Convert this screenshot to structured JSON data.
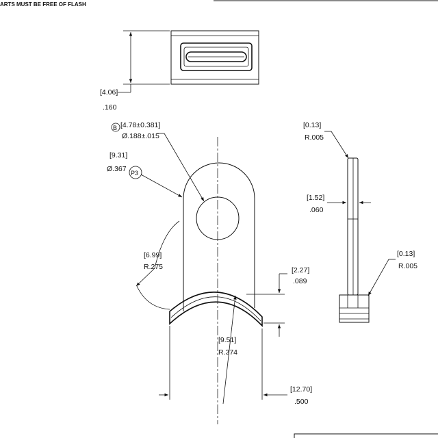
{
  "header_note": "ARTS MUST BE FREE OF FLASH",
  "dimensions": {
    "height_mm": "[4.06]",
    "height_in": ".160",
    "hole_mm": "[4.78±0.381]",
    "hole_in": "Ø.188±.015",
    "hole_callout": "B",
    "outer_mm": "[9.31]",
    "outer_in": "Ø.367",
    "outer_callout": "P3",
    "bend_radius_mm": "[6.99]",
    "bend_radius_in": "R.275",
    "depth_mm": "[2.27]",
    "depth_in": ".089",
    "curve_radius_mm": "[9.51]",
    "curve_radius_in": "R.374",
    "width_mm": "[12.70]",
    "width_in": ".500",
    "top_radius_mm": "[0.13]",
    "top_radius_in": "R.005",
    "thickness_mm": "[1.52]",
    "thickness_in": ".060",
    "bottom_radius_mm": "[0.13]",
    "bottom_radius_in": "R.005"
  }
}
